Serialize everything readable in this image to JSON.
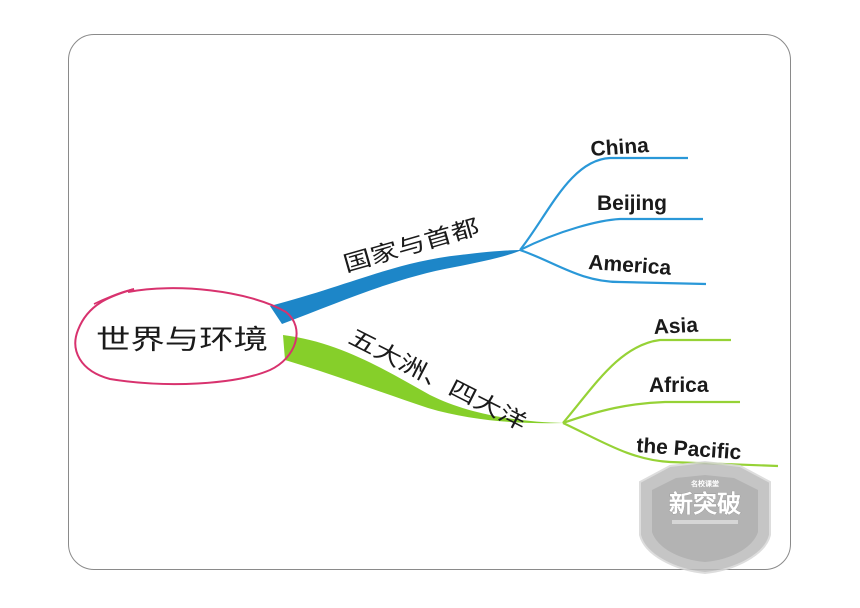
{
  "colors": {
    "root_outline": "#d8326e",
    "branch_blue": "#1d86c8",
    "branch_green": "#86cf2a",
    "leaf_blue": "#2a98d8",
    "leaf_green": "#96d236"
  },
  "root": {
    "label": "世界与环境"
  },
  "branches": [
    {
      "label": "国家与首都",
      "color": "blue",
      "children": [
        "China",
        "Beijing",
        "America"
      ]
    },
    {
      "label": "五大洲、四大洋",
      "color": "green",
      "children": [
        "Asia",
        "Africa",
        "the Pacific"
      ]
    }
  ],
  "watermark": {
    "small_text": "名校课堂",
    "main_text": "新突破"
  }
}
